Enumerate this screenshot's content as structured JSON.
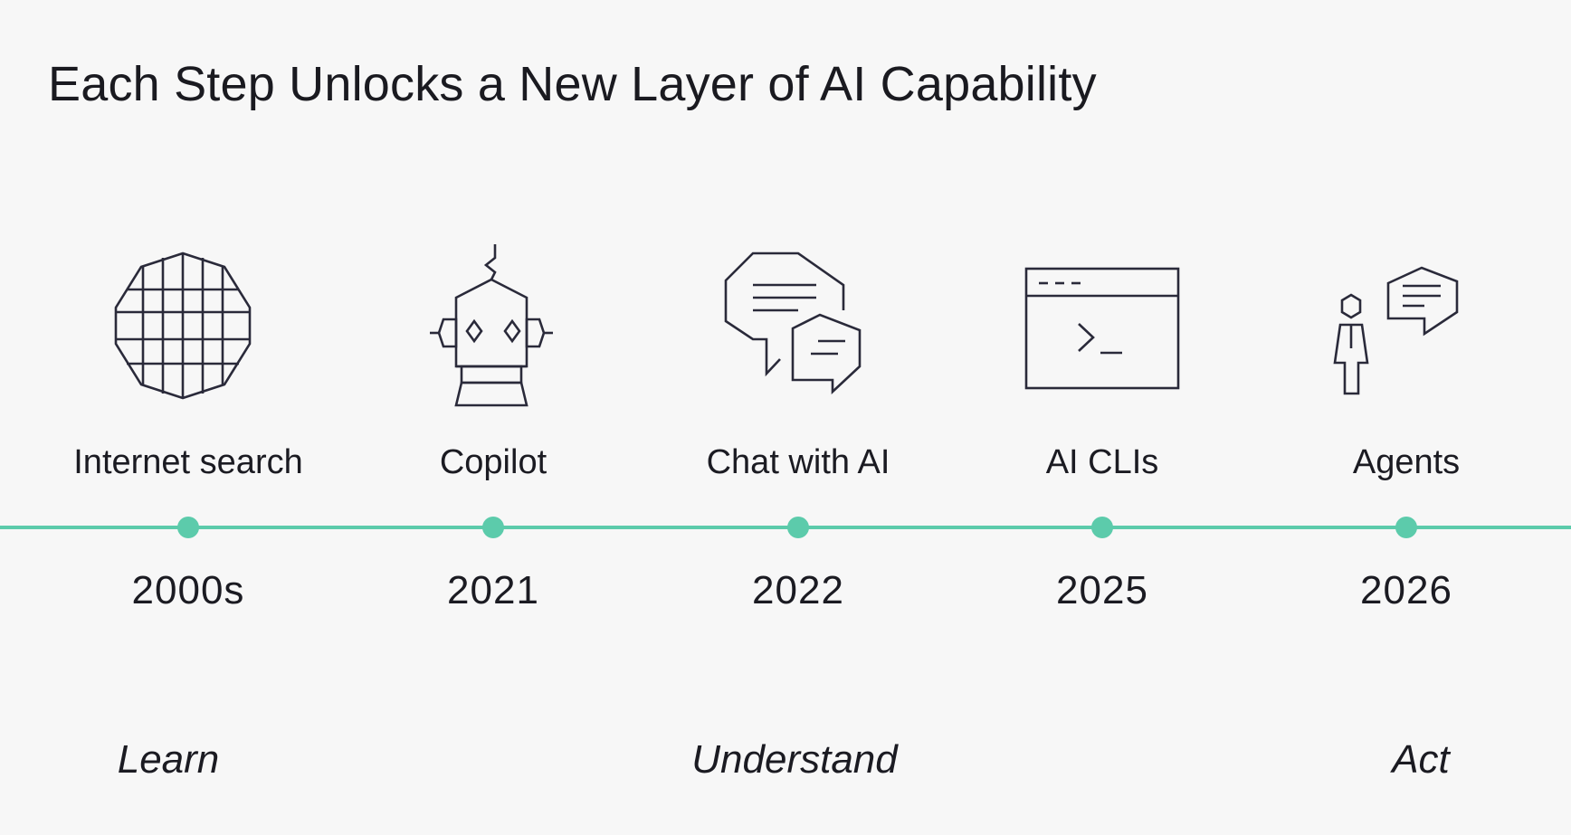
{
  "title": "Each Step Unlocks a New Layer of AI Capability",
  "colors": {
    "background": "#f7f7f7",
    "accent": "#5ccbab",
    "icon_stroke": "#2a2a3a",
    "text": "#1b1b22"
  },
  "timeline": [
    {
      "label": "Internet search",
      "year": "2000s",
      "icon": "globe-icon"
    },
    {
      "label": "Copilot",
      "year": "2021",
      "icon": "robot-icon"
    },
    {
      "label": "Chat with AI",
      "year": "2022",
      "icon": "chat-bubbles-icon"
    },
    {
      "label": "AI CLIs",
      "year": "2025",
      "icon": "terminal-window-icon"
    },
    {
      "label": "Agents",
      "year": "2026",
      "icon": "person-speech-icon"
    }
  ],
  "phases": [
    {
      "label": "Learn"
    },
    {
      "label": "Understand"
    },
    {
      "label": "Act"
    }
  ]
}
